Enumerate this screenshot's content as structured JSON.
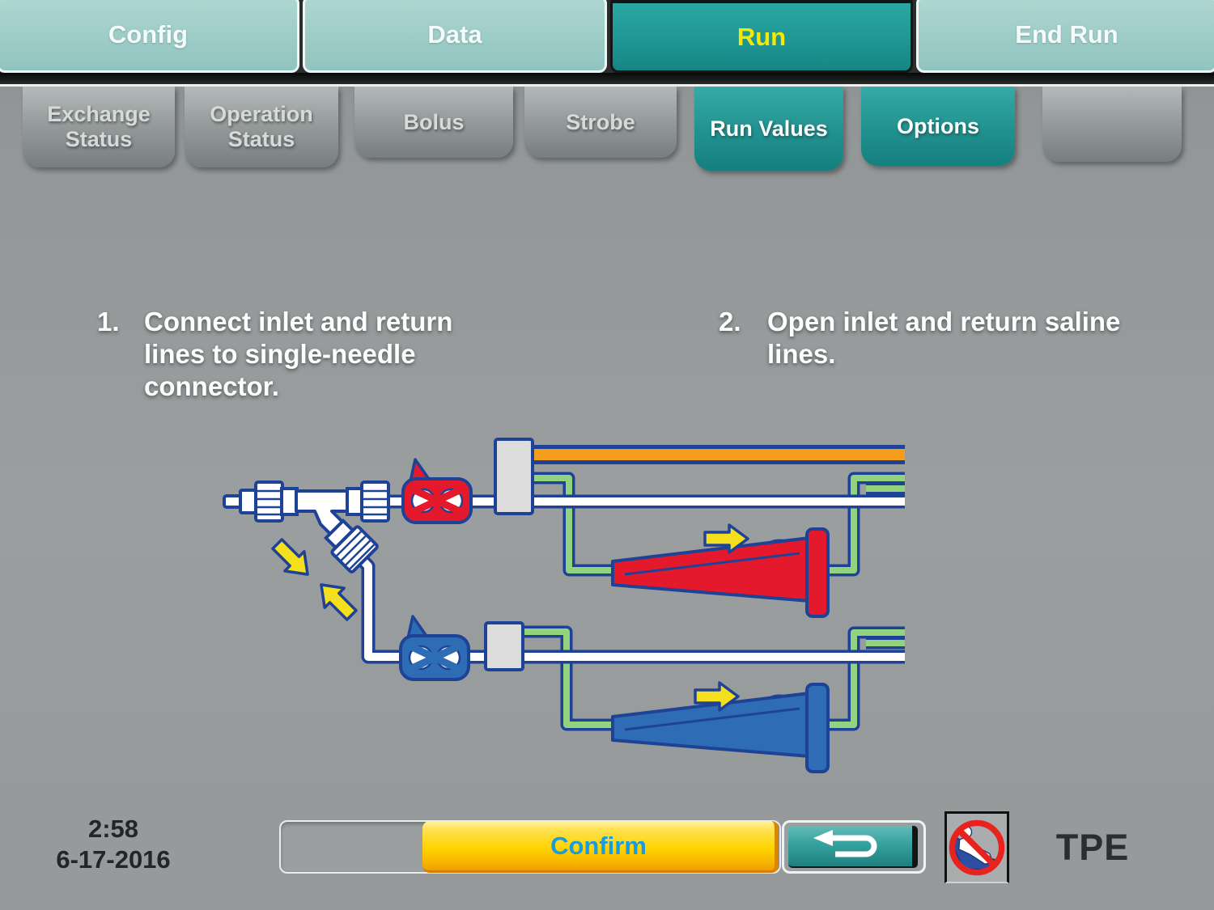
{
  "title_tabs": [
    {
      "label": "Config",
      "active": false
    },
    {
      "label": "Data",
      "active": false
    },
    {
      "label": "Run",
      "active": true
    },
    {
      "label": "End Run",
      "active": false
    }
  ],
  "sub_tabs": [
    {
      "label": "Exchange Status",
      "active": false
    },
    {
      "label": "Operation Status",
      "active": false
    },
    {
      "label": "Bolus",
      "active": false
    },
    {
      "label": "Strobe",
      "active": false
    },
    {
      "label": "Run Values",
      "active": true
    },
    {
      "label": "Options",
      "active": true
    },
    {
      "label": "",
      "active": false
    }
  ],
  "instructions": {
    "step1": {
      "number": "1.",
      "lines": [
        "Connect inlet and return",
        "lines to single-needle",
        "connector."
      ]
    },
    "step2": {
      "number": "2.",
      "lines": [
        "Open inlet and return saline",
        "lines."
      ]
    }
  },
  "footer": {
    "time": "2:58",
    "date": "6-17-2016",
    "confirm_label": "Confirm",
    "procedure_label": "TPE",
    "back_icon": "return-arrow-icon",
    "status_icon": "no-patient-connected-icon"
  },
  "diagram": {
    "description": "Single-needle tubing set: inlet and return lines join a Y single-needle connector; red and blue pinch clamps; green saline lines with red and blue roller clamps; orange anticoagulant line; yellow arrows show connecting the lines and opening the roller clamps.",
    "colors": {
      "outline_navy": "#1e4296",
      "tube_white": "#ffffff",
      "saline_green": "#93d37e",
      "anticoagulant_orange": "#f59e1e",
      "inlet_red": "#e41a2c",
      "return_blue": "#2e6cb6",
      "arrow_yellow": "#f3df1e",
      "junction_gray": "#dcdcdc"
    }
  },
  "colors": {
    "active_tab_teal": "#1f9694",
    "inactive_tab_aqua": "#9ccbc6",
    "active_tab_text_yellow": "#f6e800",
    "subtab_teal": "#21918f",
    "confirm_yellow": "#ffd400",
    "confirm_text_blue": "#189bdf",
    "background_gray": "#95999a",
    "prohibition_red": "#e8231f"
  }
}
